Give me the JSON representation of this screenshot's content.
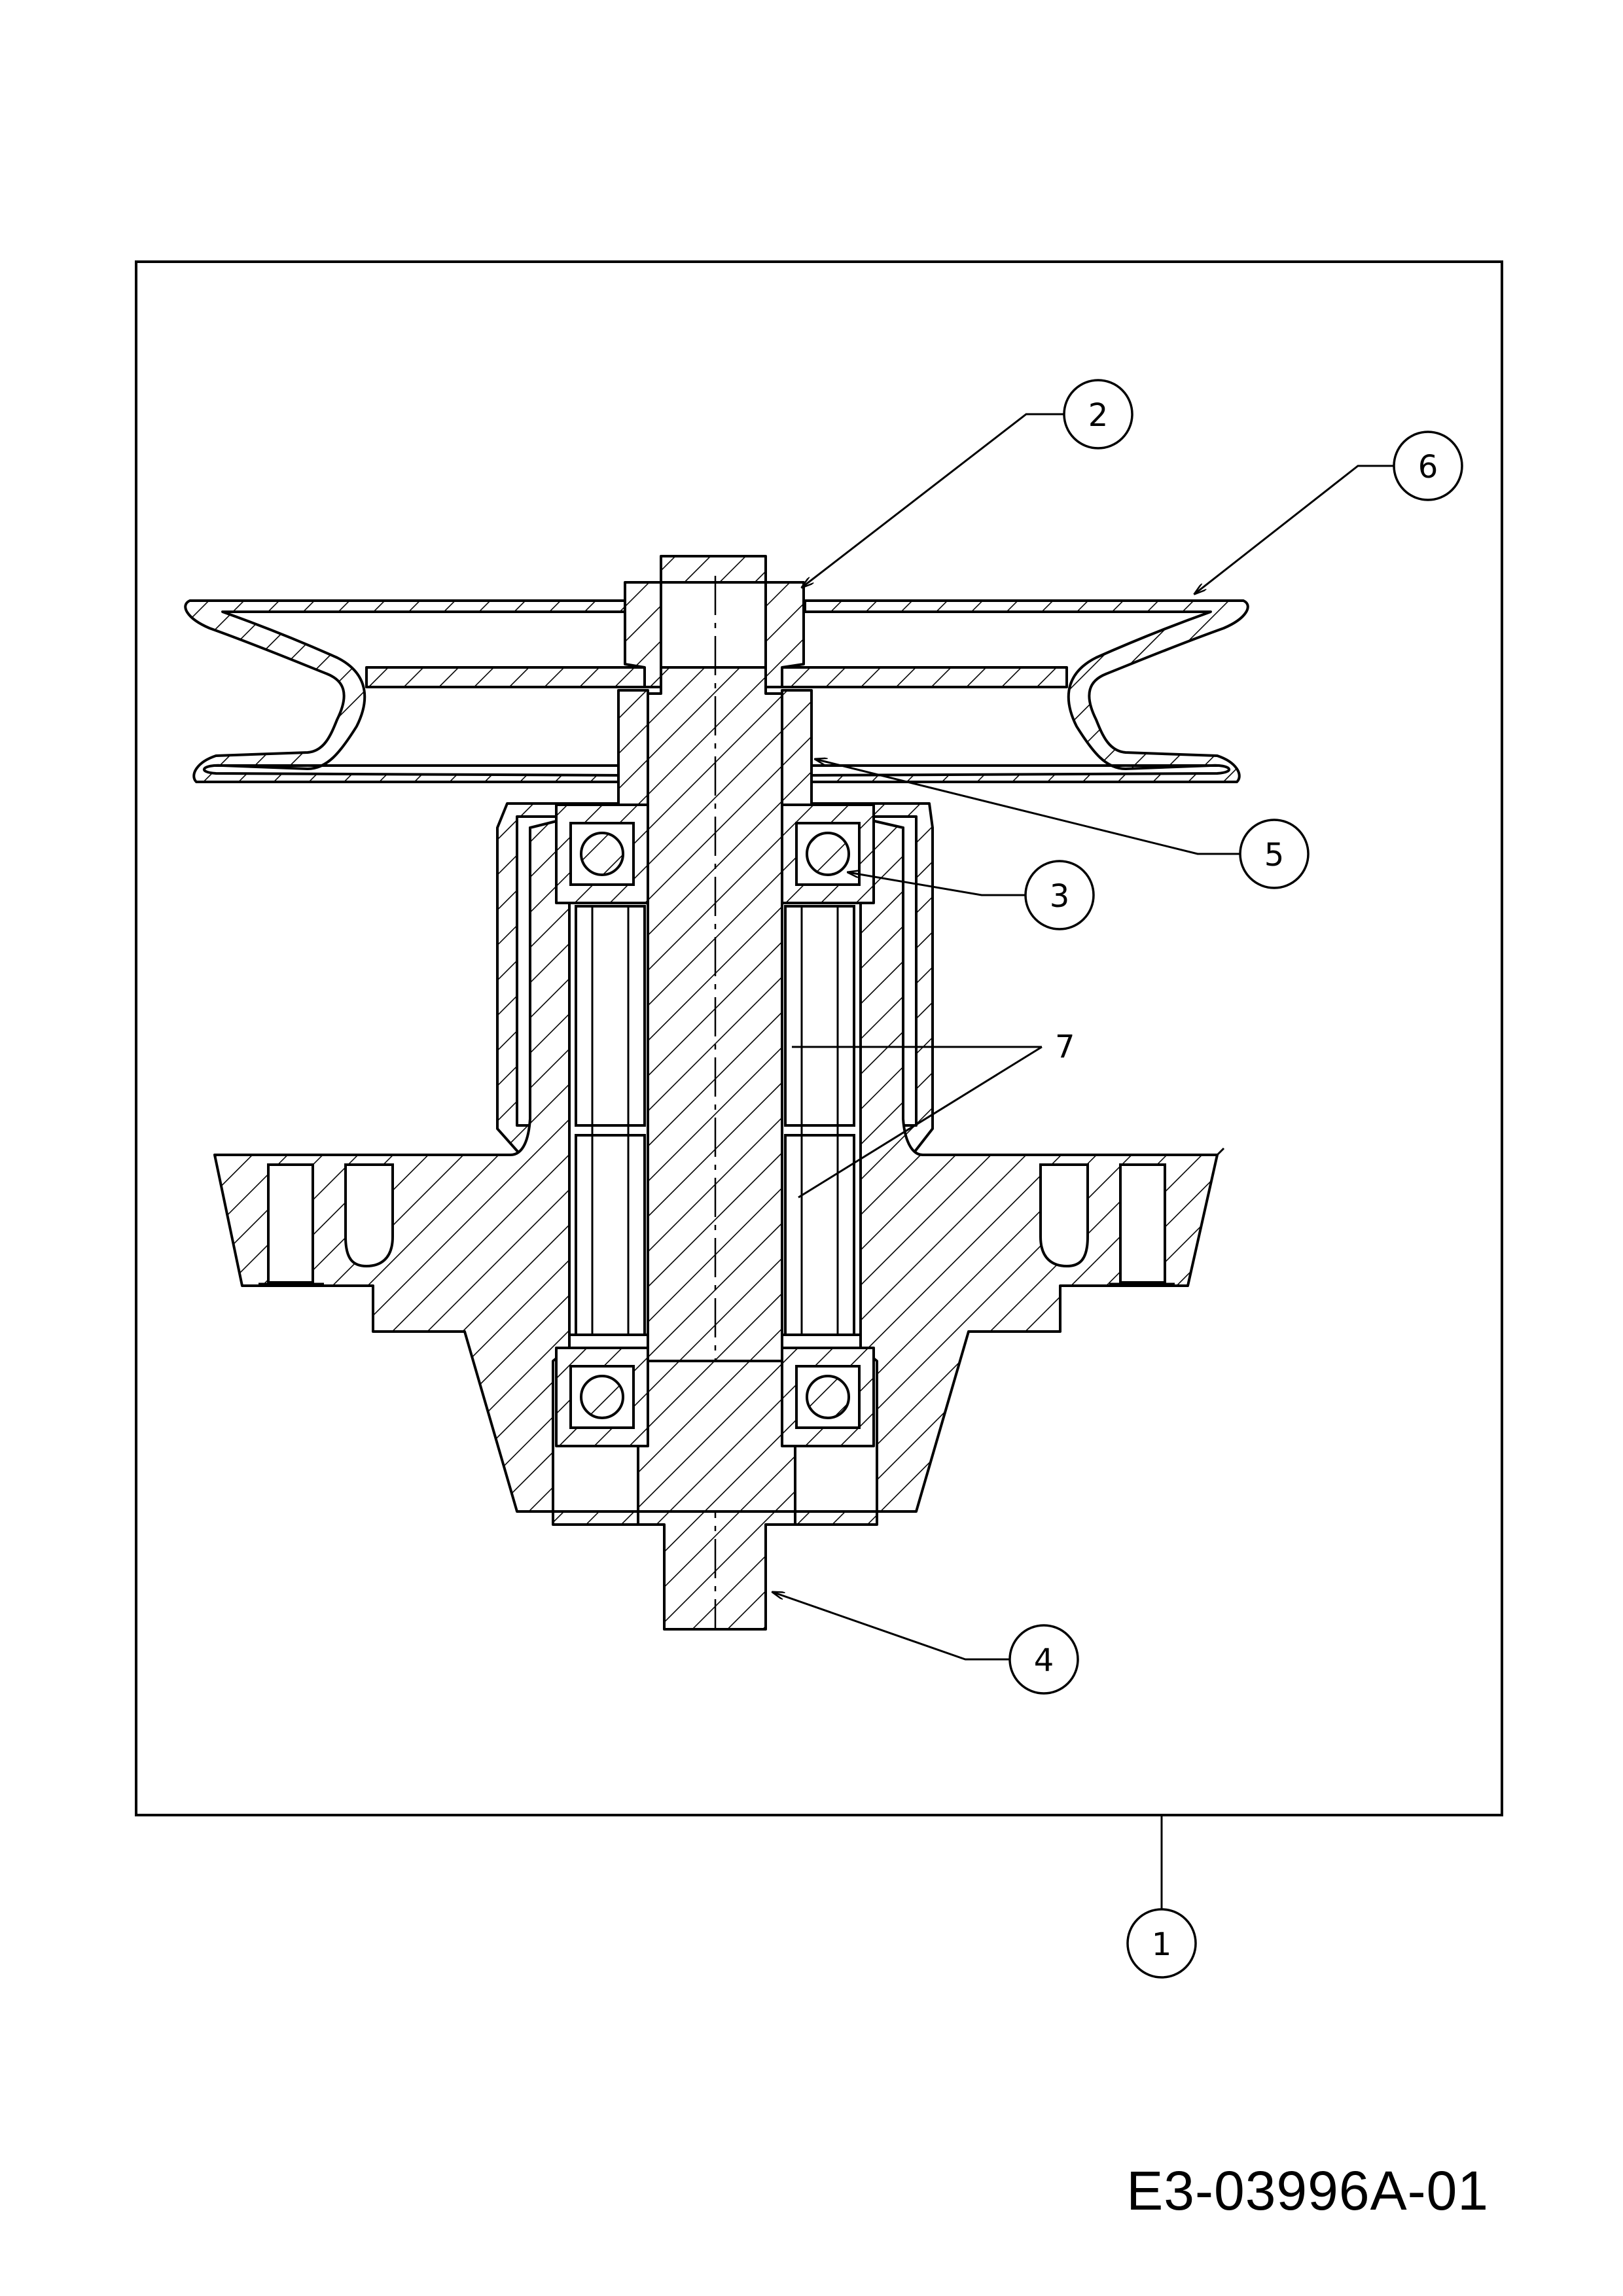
{
  "drawing_number": "E3-03996A-01",
  "callouts": [
    {
      "id": "c1",
      "label": "1"
    },
    {
      "id": "c2",
      "label": "2"
    },
    {
      "id": "c3",
      "label": "3"
    },
    {
      "id": "c4",
      "label": "4"
    },
    {
      "id": "c5",
      "label": "5"
    },
    {
      "id": "c6",
      "label": "6"
    }
  ],
  "plain_labels": [
    {
      "id": "p7",
      "label": "7"
    }
  ]
}
